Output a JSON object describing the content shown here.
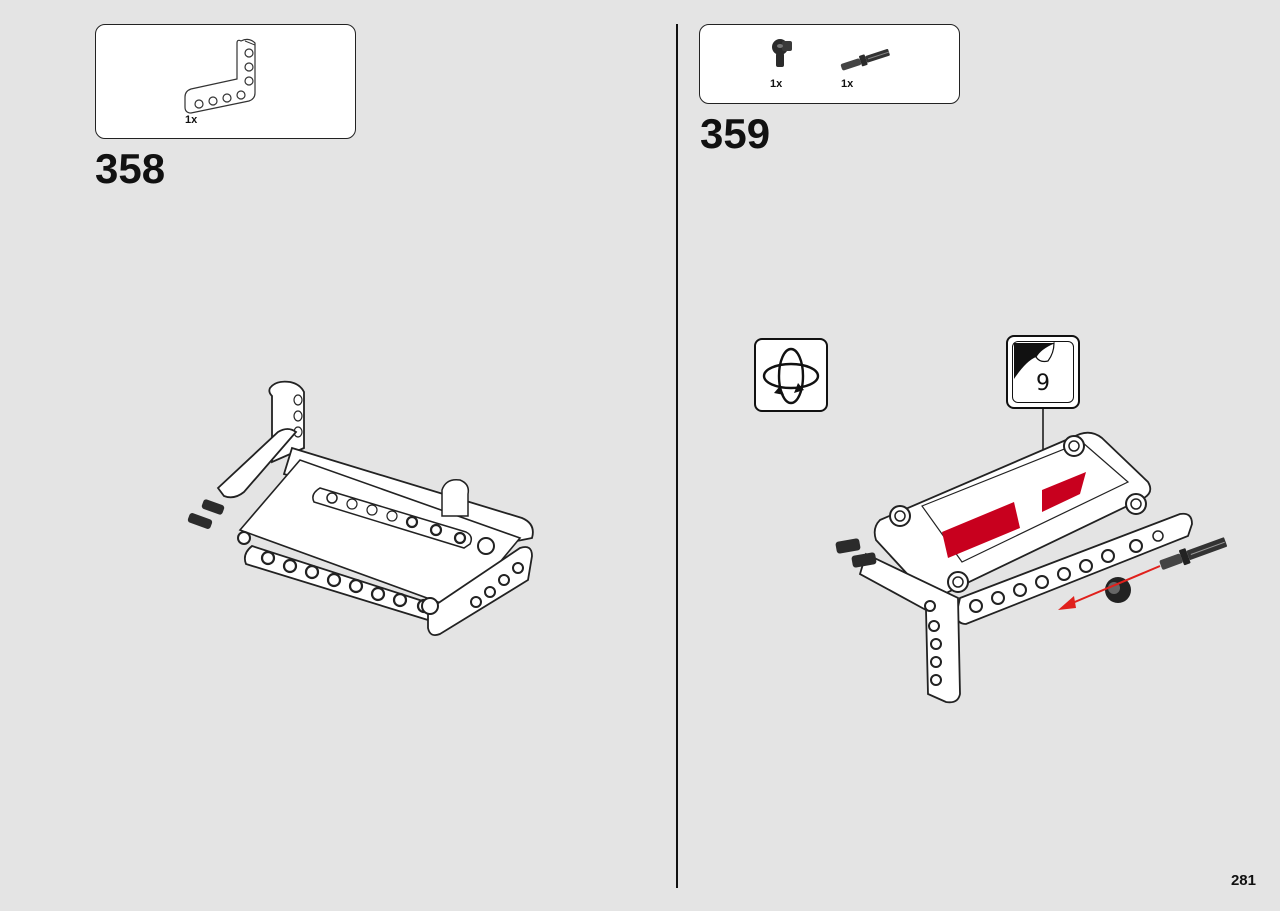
{
  "left_step": {
    "number": "358",
    "parts": [
      {
        "qty": "1x",
        "part_icon": "l-beam-icon",
        "color": "#ffffff"
      }
    ]
  },
  "right_step": {
    "number": "359",
    "parts": [
      {
        "qty": "1x",
        "part_icon": "axle-connector-icon",
        "color": "#2b2b2b"
      },
      {
        "qty": "1x",
        "part_icon": "axle-pin-icon",
        "color": "#2b2b2b"
      }
    ],
    "sticker": {
      "number": "9",
      "color": "#c8001e"
    },
    "rotate_icon": "rotate-model-icon",
    "arrow_color": "#e0201c"
  },
  "page_number": "281"
}
